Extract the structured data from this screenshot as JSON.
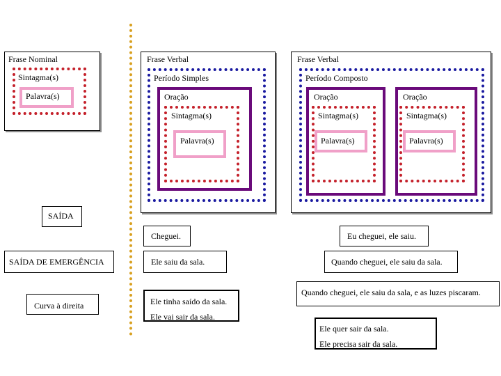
{
  "nominal": {
    "title": "Frase  Nominal",
    "sintagma": "Sintagma(s)",
    "palavra": "Palavra(s)"
  },
  "verbal_simples": {
    "title": "Frase Verbal",
    "periodo": "Período Simples",
    "oracao": "Oração",
    "sintagma": "Sintagma(s)",
    "palavra": "Palavra(s)"
  },
  "verbal_composto": {
    "title": "Frase Verbal",
    "periodo": "Período Composto",
    "oracoes": [
      {
        "oracao": "Oração",
        "sintagma": "Sintagma(s)",
        "palavra": "Palavra(s)"
      },
      {
        "oracao": "Oração",
        "sintagma": "Sintagma(s)",
        "palavra": "Palavra(s)"
      }
    ]
  },
  "examples": {
    "saida": "SAÍDA",
    "saida_emergencia": "SAÍDA DE EMERGÊNCIA",
    "curva": "Curva à direita",
    "cheguei": "Cheguei.",
    "saiu": "Ele saiu da sala.",
    "tinha_saido": "Ele tinha saído da sala.",
    "vai_sair": "Ele vai sair da sala.",
    "eu_cheguei": "Eu cheguei, ele saiu.",
    "quando_cheguei": "Quando cheguei, ele saiu da sala.",
    "luzes": "Quando cheguei, ele saiu da sala, e as luzes piscaram.",
    "quer_sair": "Ele quer sair da sala.",
    "precisa_sair": "Ele precisa sair da sala."
  }
}
